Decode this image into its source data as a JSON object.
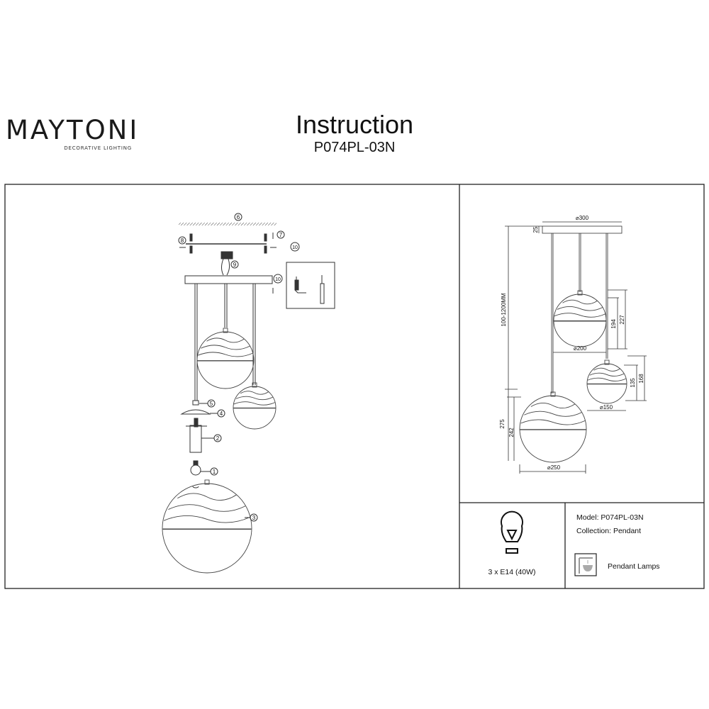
{
  "brand": {
    "name": "MAYTONI",
    "tagline": "DECORATIVE LIGHTING"
  },
  "header": {
    "title": "Instruction",
    "model": "P074PL-03N"
  },
  "assembly": {
    "callouts": {
      "ceiling": "6",
      "screws": "7",
      "bracket": "8",
      "fix1": "10",
      "terminal": "9",
      "fix2": "10",
      "cable_lock": "5",
      "cap": "4",
      "socket": "2",
      "bulb": "1",
      "shade": "3"
    }
  },
  "dimensions": {
    "canopy_diameter": "⌀300",
    "canopy_height": "25",
    "cable_length": "100-1200MM",
    "mid_total_height": "227",
    "mid_shade_height": "194",
    "mid_diameter": "⌀200",
    "small_total_height": "168",
    "small_shade_height": "135",
    "small_diameter": "⌀150",
    "large_total_height": "275",
    "large_shade_height": "242",
    "large_diameter": "⌀250"
  },
  "specs": {
    "bulb": "3 x E14 (40W)",
    "model_line": "Model: P074PL-03N",
    "collection_line": "Collection: Pendant",
    "category": "Pendant Lamps"
  },
  "colors": {
    "line": "#333333",
    "border": "#222222"
  }
}
